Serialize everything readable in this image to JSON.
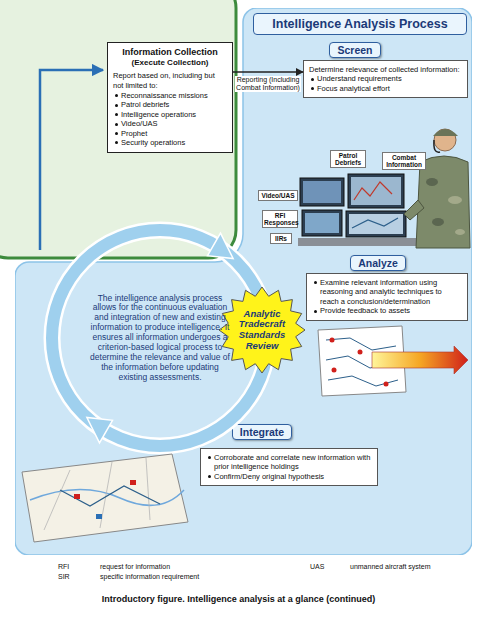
{
  "diagram": {
    "caption": "Introductory figure. Intelligence analysis at a glance (continued)",
    "nodes": [
      {
        "text": [
          "Information Collection",
          "(Execute Collection)",
          "Report based on, including but not limited to:",
          "Reconnaissance missions",
          "Patrol debriefs",
          "Intelligence operations",
          "Video/UAS",
          "Prophet",
          "Security operations"
        ]
      },
      {
        "text": [
          "Intelligence Analysis Process"
        ]
      },
      {
        "text": [
          "Screen"
        ],
        "in": 1
      },
      {
        "text": [
          "Determine relevance of collected information:",
          "Understand requirements",
          "Focus analytical effort"
        ],
        "in": 1
      },
      {
        "text": [
          "Analyze"
        ],
        "in": 1
      },
      {
        "text": [
          "Examine relevant information using reasoning and analytic techniques to reach a conclusion/determination",
          "Provide feedback to assets"
        ],
        "in": 1
      },
      {
        "text": [
          "Integrate"
        ],
        "in": 1
      },
      {
        "text": [
          "Corroborate and correlate new information with prior intelligence holdings",
          "Confirm/Deny original hypothesis"
        ],
        "in": 1
      },
      {
        "text": [
          "The intelligence analysis process allows for the continuous evaluation and integration of new and existing information to produce intelligence. It ensures all information undergoes a criterion-based logical process to determine the relevance and value of the information before updating existing assessments."
        ],
        "in": 1
      },
      {
        "text": [
          "Analytic Tradecraft Standards Review"
        ],
        "in": 1
      }
    ],
    "edges": [
      {
        "from": 0,
        "to": 3,
        "label": "Reporting (Including Combat Information)",
        "arrow": "to"
      }
    ],
    "labels": [
      "Video/UAS",
      "Patrol Debriefs",
      "Combat Information",
      "RFI Responses",
      "IIRs",
      "RFI",
      "request for information",
      "SIR",
      "specific information requirement",
      "UAS",
      "unmanned aircraft system"
    ]
  }
}
